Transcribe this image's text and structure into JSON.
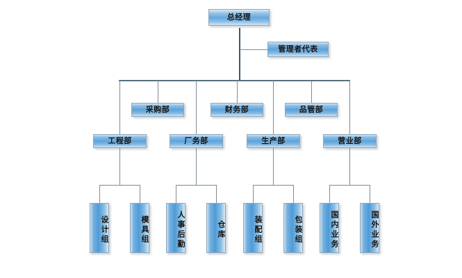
{
  "chart_data": {
    "type": "diagram",
    "title": "",
    "diagram_kind": "organization-chart",
    "orientation": "top-down",
    "levels": 4,
    "node_count": 16
  },
  "colors": {
    "box_fill_light": "#cfe3f3",
    "box_fill_mid": "#5ba3dc",
    "box_border": "#8fa7bb",
    "connector": "#7d8b96",
    "connector_strong": "#3f5666",
    "text": "#111111",
    "background": "#ffffff"
  },
  "nodes": {
    "root": {
      "label": "总经理"
    },
    "staff": {
      "label": "管理者代表"
    },
    "level2": [
      {
        "label": "采购部"
      },
      {
        "label": "财务部"
      },
      {
        "label": "品管部"
      }
    ],
    "level3": [
      {
        "label": "工程部"
      },
      {
        "label": "厂务部"
      },
      {
        "label": "生产部"
      },
      {
        "label": "营业部"
      }
    ],
    "level4": [
      {
        "label": "设计组"
      },
      {
        "label": "模具组"
      },
      {
        "label": "人事后勤"
      },
      {
        "label": "仓库"
      },
      {
        "label": "装配组"
      },
      {
        "label": "包装组"
      },
      {
        "label": "国内业务"
      },
      {
        "label": "国外业务"
      }
    ]
  }
}
